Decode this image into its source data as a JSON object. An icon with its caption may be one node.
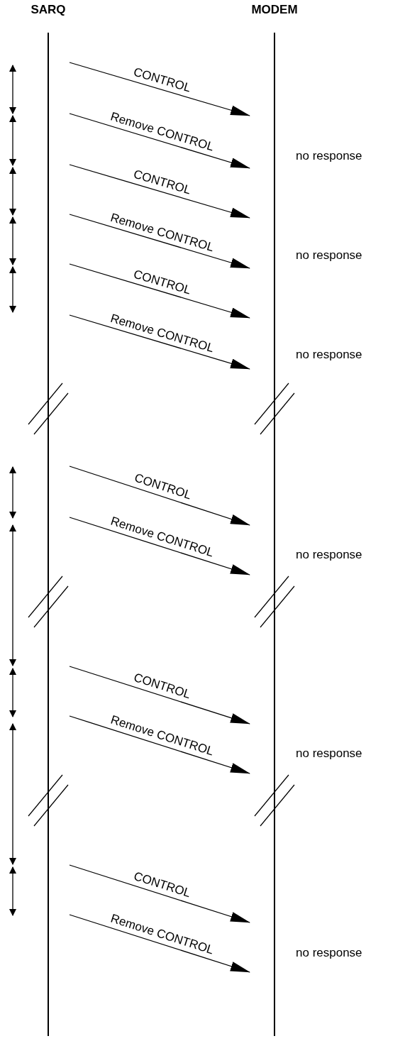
{
  "diagram": {
    "nodes": [
      {
        "text": [
          "SARQ"
        ]
      },
      {
        "text": [
          "MODEM"
        ]
      }
    ],
    "edges": [
      {
        "from": 0,
        "to": 1,
        "arrow": "to",
        "label": "CONTROL"
      },
      {
        "from": 0,
        "to": 1,
        "arrow": "to",
        "label": "Remove CONTROL"
      },
      {
        "from": 0,
        "to": 1,
        "arrow": "to",
        "label": "CONTROL"
      },
      {
        "from": 0,
        "to": 1,
        "arrow": "to",
        "label": "Remove CONTROL"
      },
      {
        "from": 0,
        "to": 1,
        "arrow": "to",
        "label": "CONTROL"
      },
      {
        "from": 0,
        "to": 1,
        "arrow": "to",
        "label": "Remove CONTROL"
      },
      {
        "from": 0,
        "to": 1,
        "arrow": "to",
        "label": "CONTROL"
      },
      {
        "from": 0,
        "to": 1,
        "arrow": "to",
        "label": "Remove CONTROL"
      },
      {
        "from": 0,
        "to": 1,
        "arrow": "to",
        "label": "CONTROL"
      },
      {
        "from": 0,
        "to": 1,
        "arrow": "to",
        "label": "Remove CONTROL"
      },
      {
        "from": 0,
        "to": 1,
        "arrow": "to",
        "label": "CONTROL"
      },
      {
        "from": 0,
        "to": 1,
        "arrow": "to",
        "label": "Remove CONTROL"
      }
    ],
    "labels": [
      "no response",
      "no response",
      "no response",
      "no response",
      "no response",
      "no response"
    ]
  }
}
